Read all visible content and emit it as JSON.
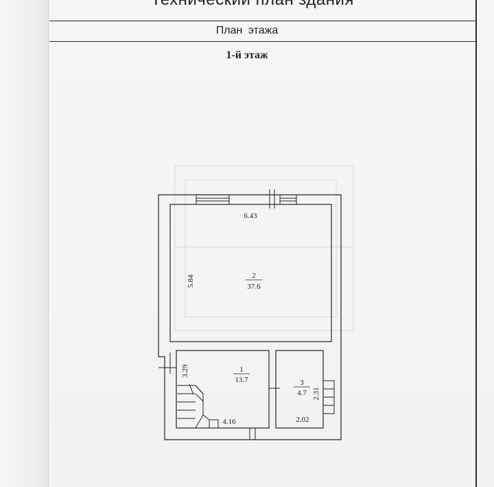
{
  "page": {
    "title": "Технический план здания",
    "section": "План этажа",
    "floor": "1-й этаж"
  },
  "plan": {
    "room2": {
      "number": "2",
      "area": "37.6",
      "width": "6.43",
      "length": "5.84"
    },
    "room1": {
      "number": "1",
      "area": "13.7",
      "width": "4.16",
      "length": "3.29"
    },
    "room3": {
      "number": "3",
      "area": "4.7",
      "width": "2.02",
      "length": "2.31"
    }
  }
}
